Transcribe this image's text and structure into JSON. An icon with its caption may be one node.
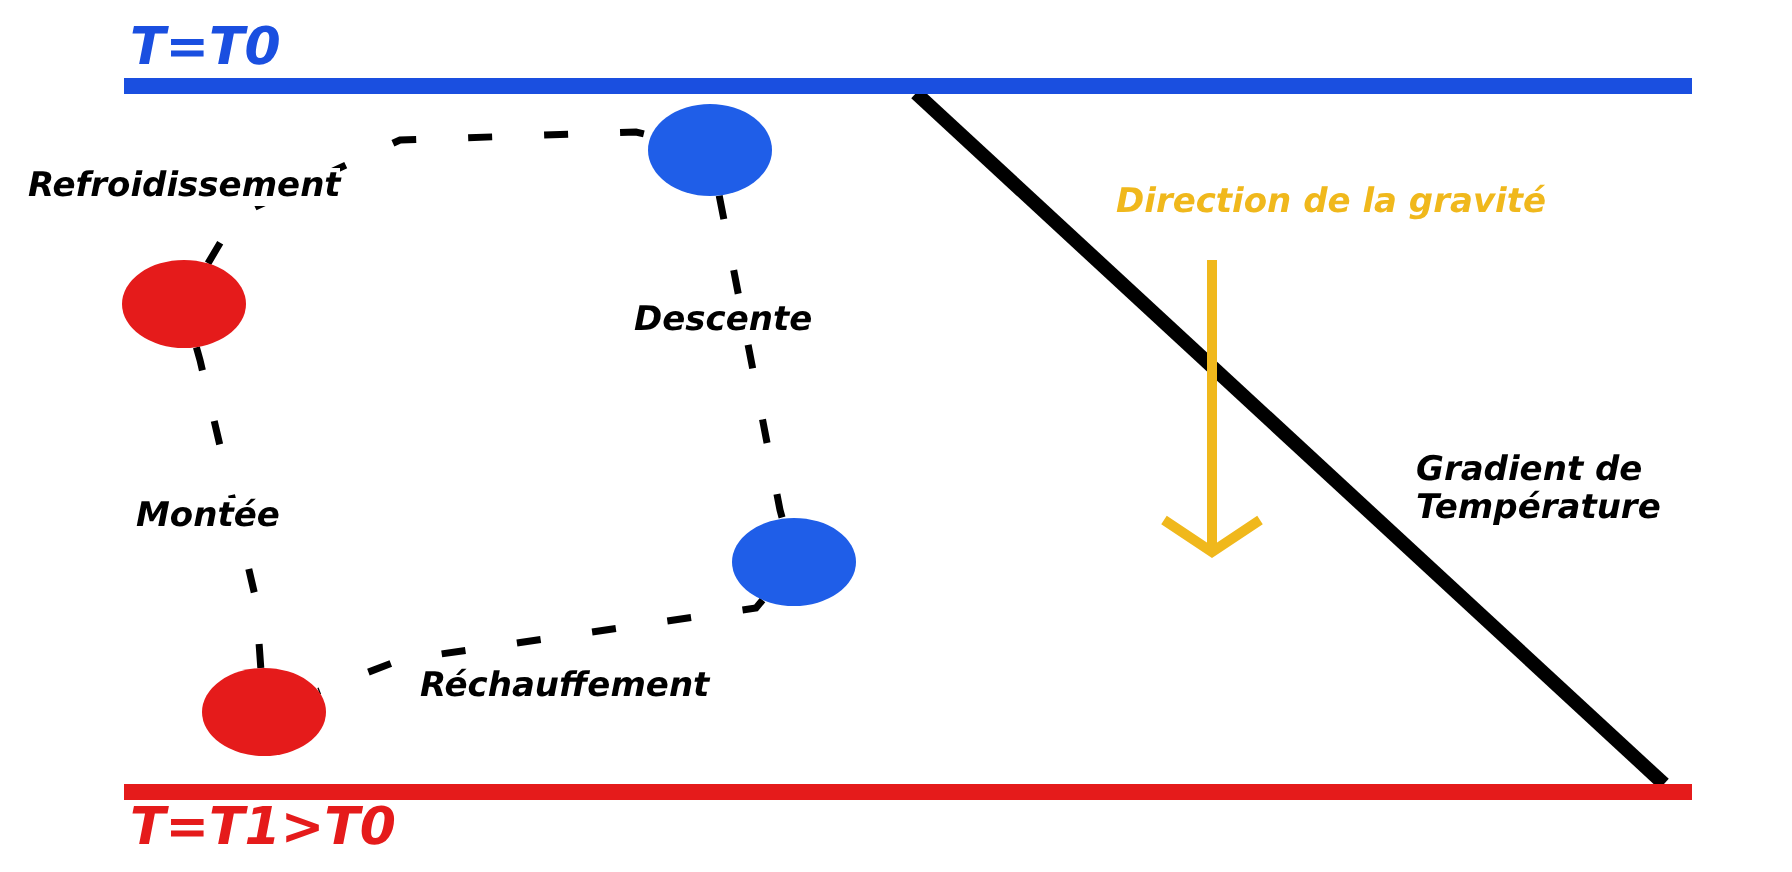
{
  "diagram": {
    "nodes": [
      {
        "text": [
          "T=T0"
        ]
      },
      {
        "text": [],
        "shape": "circle"
      },
      {
        "text": [],
        "shape": "circle"
      },
      {
        "text": [],
        "shape": "circle"
      },
      {
        "text": [],
        "shape": "circle"
      },
      {
        "text": [
          "T=T1>T0"
        ]
      }
    ],
    "edges": [
      {
        "from": 4,
        "to": 2,
        "arrow": "none",
        "label": "Montée",
        "style": "dashed"
      },
      {
        "from": 2,
        "to": 1,
        "arrow": "none",
        "label": "Refroidissement",
        "style": "dashed"
      },
      {
        "from": 1,
        "to": 3,
        "arrow": "none",
        "label": "Descente",
        "style": "dashed"
      },
      {
        "from": 3,
        "to": 4,
        "arrow": "none",
        "label": "Réchauffement",
        "style": "dashed"
      },
      {
        "from": 0,
        "to": 5,
        "arrow": "none",
        "label": "Gradient de Température",
        "style": "thick"
      }
    ],
    "labels": [
      "Direction de la gravité"
    ]
  }
}
